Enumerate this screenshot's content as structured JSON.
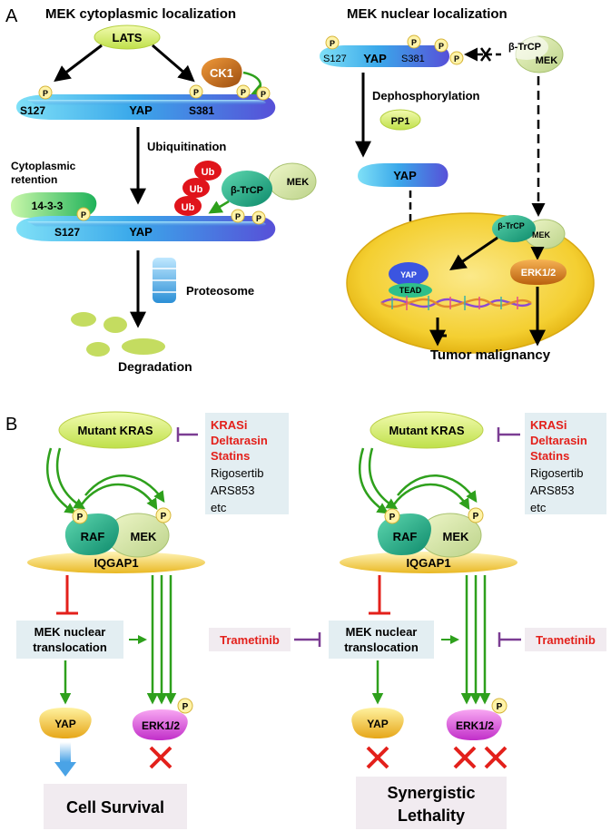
{
  "panel_a": {
    "label": "A",
    "left": {
      "title": "MEK cytoplasmic localization",
      "lats": "LATS",
      "ck1": "CK1",
      "yap": "YAP",
      "s127": "S127",
      "s381": "S381",
      "p": "P",
      "ubiquitination": "Ubiquitination",
      "cyto_retention_line1": "Cytoplasmic",
      "cyto_retention_line2": "retention",
      "protein_1433": "14-3-3",
      "ub": "Ub",
      "btrcp": "β-TrCP",
      "mek": "MEK",
      "proteosome": "Proteosome",
      "degradation": "Degradation"
    },
    "right": {
      "title": "MEK nuclear localization",
      "s127": "S127",
      "yap": "YAP",
      "s381": "S381",
      "p": "P",
      "btrcp": "β-TrCP",
      "mek": "MEK",
      "dephosphorylation": "Dephosphorylation",
      "pp1": "PP1",
      "yap2": "YAP",
      "nuc_btrcp": "β-TrCP",
      "nuc_mek": "MEK",
      "erk": "ERK1/2",
      "yap_small": "YAP",
      "tead": "TEAD",
      "tumor": "Tumor malignancy"
    }
  },
  "panel_b": {
    "label": "B",
    "left": {
      "kras": "Mutant KRAS",
      "inhibitors_red": [
        "KRASi",
        "Deltarasin",
        "Statins"
      ],
      "inhibitors_black": [
        "Rigosertib",
        "ARS853",
        "etc"
      ],
      "raf": "RAF",
      "mek": "MEK",
      "iqgap": "IQGAP1",
      "p": "P",
      "mek_trans_line1": "MEK nuclear",
      "mek_trans_line2": "translocation",
      "yap": "YAP",
      "erk": "ERK1/2",
      "outcome": "Cell Survival"
    },
    "right": {
      "kras": "Mutant KRAS",
      "inhibitors_red": [
        "KRASi",
        "Deltarasin",
        "Statins"
      ],
      "inhibitors_black": [
        "Rigosertib",
        "ARS853",
        "etc"
      ],
      "raf": "RAF",
      "mek": "MEK",
      "iqgap": "IQGAP1",
      "p": "P",
      "mek_trans_line1": "MEK nuclear",
      "mek_trans_line2": "translocation",
      "yap": "YAP",
      "erk": "ERK1/2",
      "trametinib_left": "Trametinib",
      "trametinib_right": "Trametinib",
      "outcome_line1": "Synergistic",
      "outcome_line2": "Lethality"
    }
  },
  "colors": {
    "arrow_black": "#000000",
    "arrow_green": "#2ea01c",
    "inhibit_red": "#e3201b",
    "inhibit_purple": "#7b3d93",
    "text_red": "#e3201b",
    "box_bg": "#e3eef2",
    "outcome_bg": "#f1ebf0",
    "nucleus": "#f5d23a"
  }
}
